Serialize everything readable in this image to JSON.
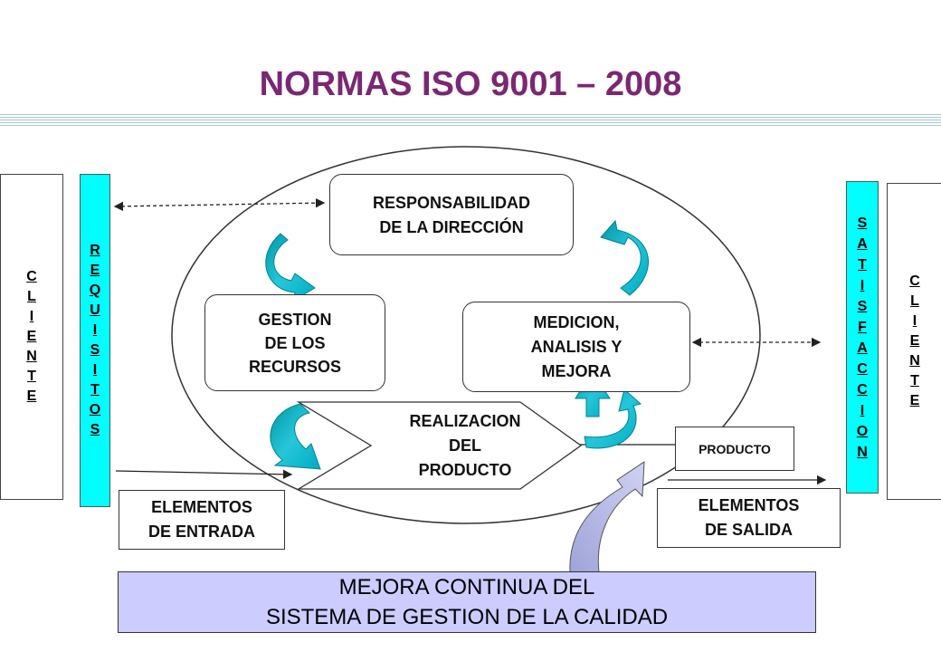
{
  "title": "NORMAS ISO 9001 – 2008",
  "left_cliente": [
    "C",
    "L",
    "I",
    "E",
    "N",
    "T",
    "E"
  ],
  "requisitos": [
    "R",
    "E",
    "Q",
    "U",
    "I",
    "S",
    "I",
    "T",
    "O",
    "S"
  ],
  "satisfaccion": [
    "S",
    "A",
    "T",
    "I",
    "S",
    "F",
    "A",
    "C",
    "C",
    "I",
    "O",
    "N"
  ],
  "right_cliente": [
    "C",
    "L",
    "I",
    "E",
    "N",
    "T",
    "E"
  ],
  "process": {
    "responsabilidad": "RESPONSABILIDAD\nDE LA DIRECCIÓN",
    "gestion": "GESTION\nDE LOS\nRECURSOS",
    "medicion": "MEDICION,\nANALISIS Y\nMEJORA",
    "realizacion": "REALIZACION\nDEL\nPRODUCTO"
  },
  "producto": "PRODUCTO",
  "elementos_entrada": "ELEMENTOS\nDE ENTRADA",
  "elementos_salida": "ELEMENTOS\nDE SALIDA",
  "mejora": "MEJORA CONTINUA DEL\nSISTEMA DE GESTION  DE LA CALIDAD",
  "colors": {
    "title": "#7a2873",
    "requisitos_fill": "#00ffff",
    "satisfaccion_fill": "#00ffff",
    "mejora_fill": "#ccccff",
    "cycle_arrow": "#00bcd4",
    "improvement_arrow": "#b0b3e6"
  }
}
